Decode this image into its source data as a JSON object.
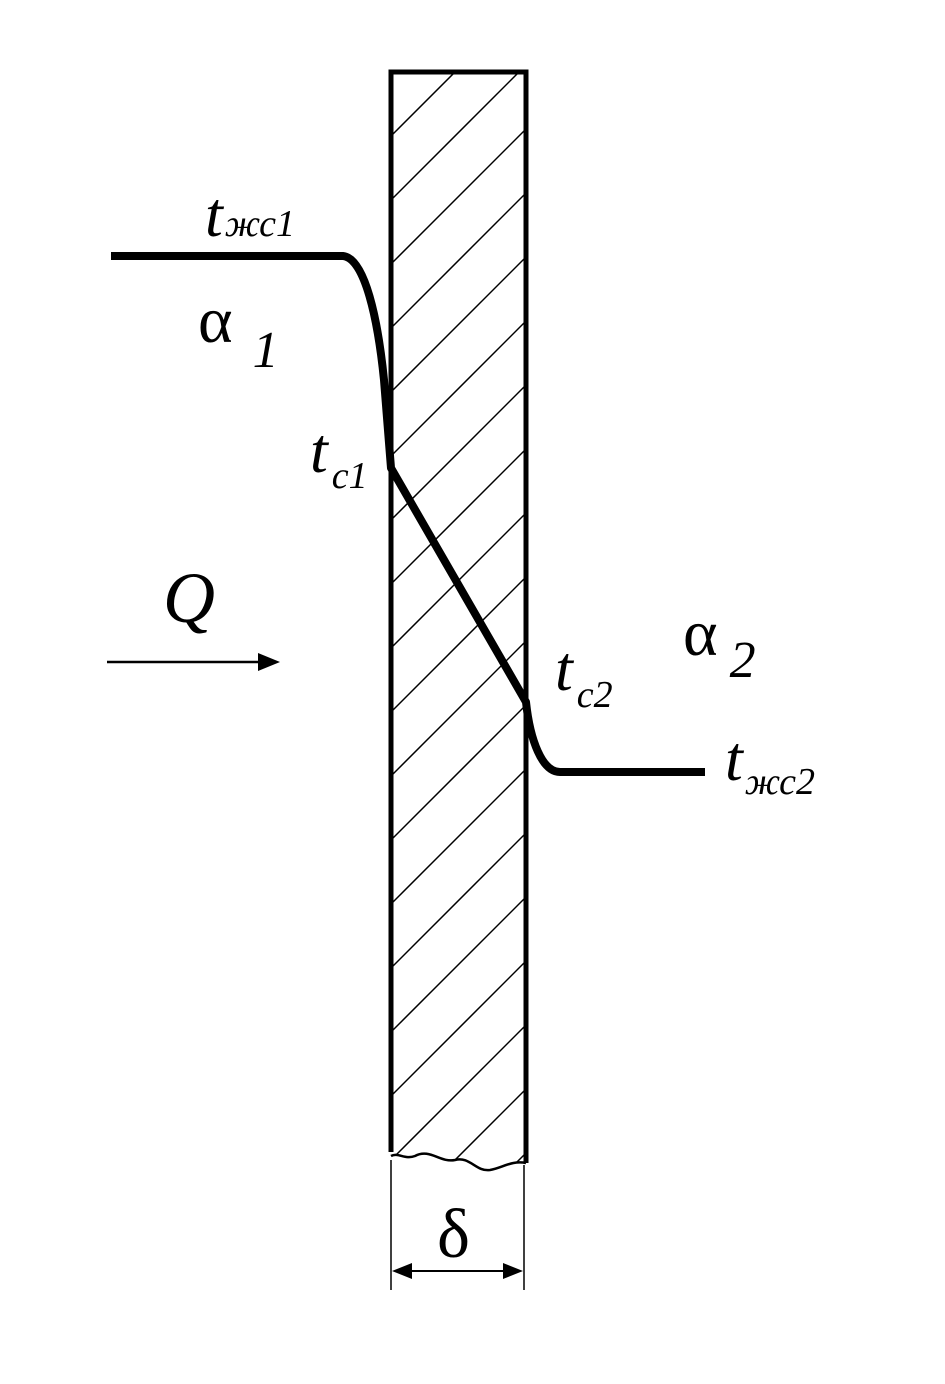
{
  "colors": {
    "background": "#ffffff",
    "ink": "#000000"
  },
  "labels": {
    "t_fluid_1": {
      "main": "t",
      "sub": "жс1"
    },
    "alpha_1": {
      "main": "α",
      "sub": "1"
    },
    "t_wall_1": {
      "main": "t",
      "sub": "с1"
    },
    "heat_flow": "Q",
    "alpha_2": {
      "main": "α",
      "sub": "2"
    },
    "t_wall_2": {
      "main": "t",
      "sub": "с2"
    },
    "t_fluid_2": {
      "main": "t",
      "sub": "жс2"
    },
    "thickness": "δ"
  },
  "icons": {
    "heat_flow_arrow": "right-arrow-icon",
    "thickness_dimension": "double-arrow-icon"
  }
}
